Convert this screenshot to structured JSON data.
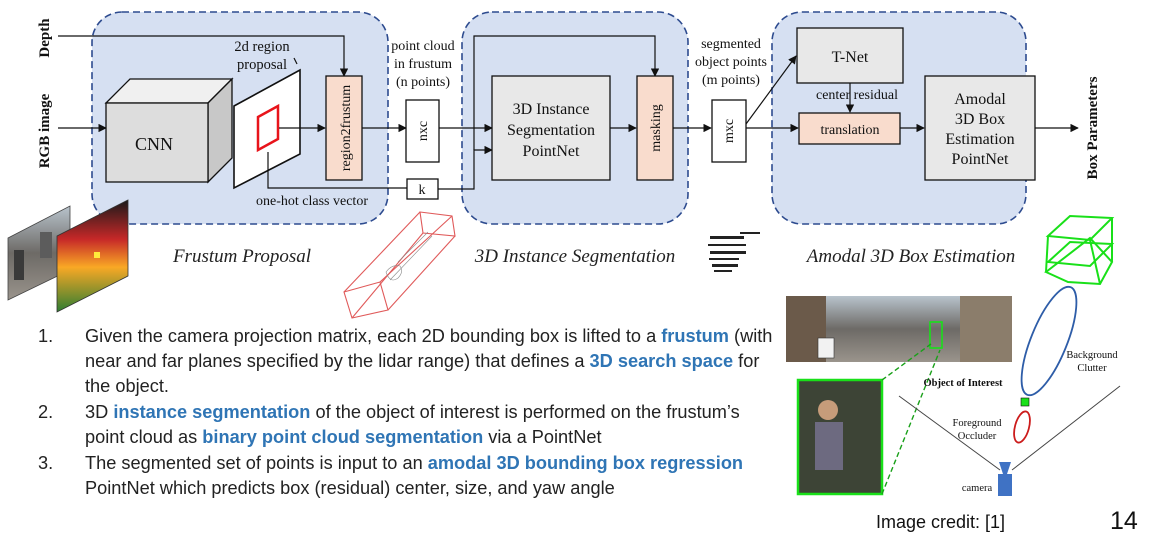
{
  "side_labels": {
    "depth": "Depth",
    "rgb": "RGB image",
    "output": "Box Parameters"
  },
  "stages": {
    "frustum_proposal": "Frustum Proposal",
    "instance_segmentation": "3D Instance Segmentation",
    "box_estimation": "Amodal 3D Box Estimation"
  },
  "blocks": {
    "cnn": "CNN",
    "region_proposal": [
      "2d region",
      "proposal"
    ],
    "region2frustum": "region2frustum",
    "point_cloud": [
      "point cloud",
      "in frustum",
      "(n points)"
    ],
    "nxc": "nxc",
    "k": "k",
    "one_hot": "one-hot class vector",
    "seg_pointnet": [
      "3D Instance",
      "Segmentation",
      "PointNet"
    ],
    "masking": "masking",
    "segmented": [
      "segmented",
      "object points",
      "(m points)"
    ],
    "mxc": "mxc",
    "tnet": "T-Net",
    "center_residual": "center residual",
    "translation": "translation",
    "amodal_pointnet": [
      "Amodal",
      "3D Box",
      "Estimation",
      "PointNet"
    ]
  },
  "scene_labels": {
    "object_of_interest": "Object of Interest",
    "background": [
      "Background",
      "Clutter"
    ],
    "foreground": [
      "Foreground",
      "Occluder"
    ],
    "camera": "camera"
  },
  "bullets": [
    {
      "num": "1.",
      "parts": [
        {
          "text": "Given the camera projection matrix, each 2D bounding box is lifted to a ",
          "hl": false
        },
        {
          "text": "frustum",
          "hl": true
        },
        {
          "text": " (with near and far planes specified by the lidar range) that defines a ",
          "hl": false
        },
        {
          "text": "3D search space",
          "hl": true
        },
        {
          "text": " for the object.",
          "hl": false
        }
      ]
    },
    {
      "num": "2.",
      "parts": [
        {
          "text": "3D ",
          "hl": false
        },
        {
          "text": "instance segmentation",
          "hl": true
        },
        {
          "text": " of the object of interest is performed on the frustum’s point cloud as ",
          "hl": false
        },
        {
          "text": "binary point cloud segmentation",
          "hl": true
        },
        {
          "text": " via a PointNet",
          "hl": false
        }
      ]
    },
    {
      "num": "3.",
      "parts": [
        {
          "text": "The segmented set of points is input to an ",
          "hl": false
        },
        {
          "text": "amodal 3D bounding box regression",
          "hl": true
        },
        {
          "text": " PointNet which predicts box (residual) center, size, and yaw angle",
          "hl": false
        }
      ]
    }
  ],
  "credit": "Image credit: [1]",
  "page_number": "14",
  "colors": {
    "stage_fill": "#d6e0f2",
    "stage_border": "#2d4b8f",
    "highlight": "#2f75b5",
    "proposal_red": "#e8141b",
    "module_pink": "#f9dccd",
    "detection_green": "#19e019"
  }
}
